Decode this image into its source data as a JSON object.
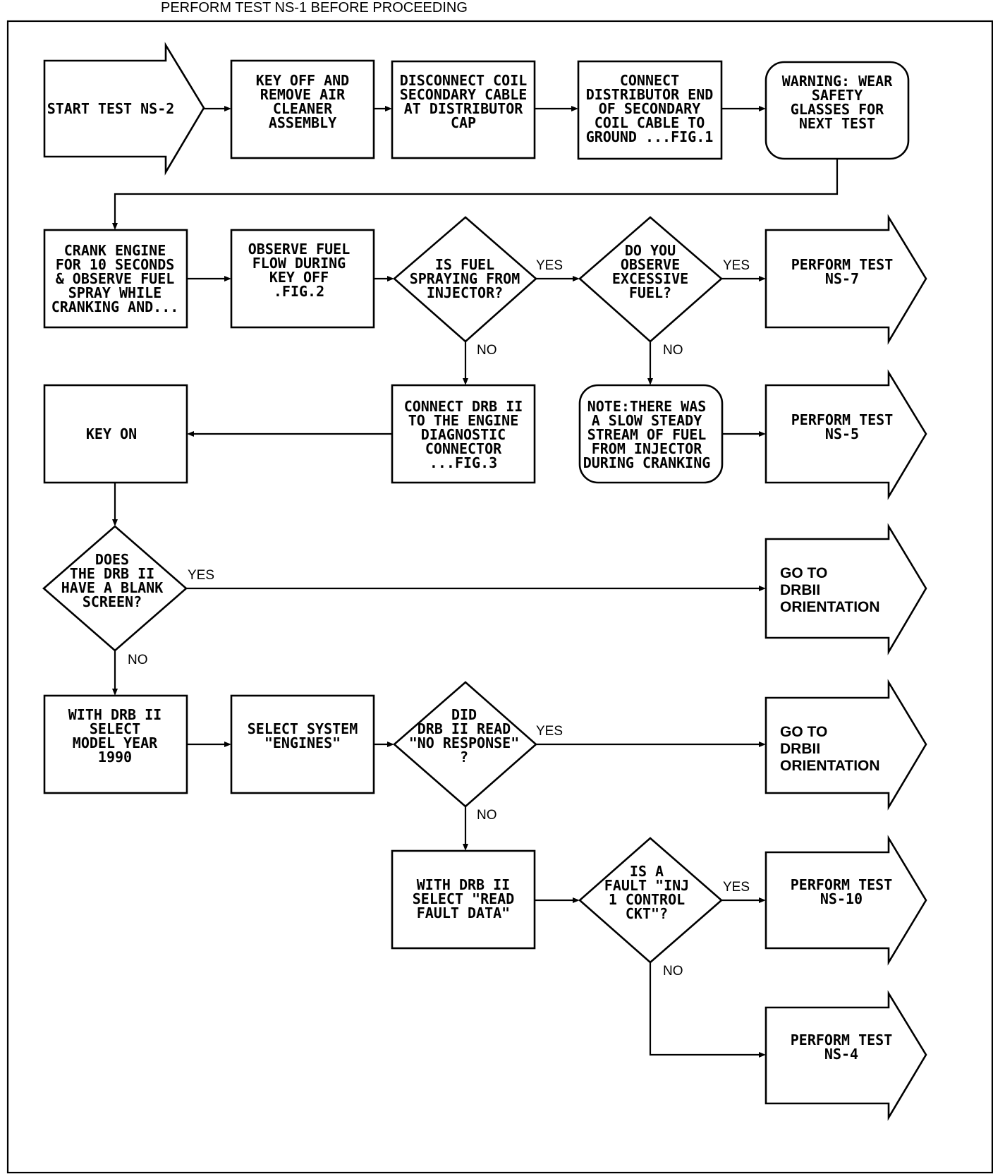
{
  "header": "PERFORM TEST NS-1 BEFORE PROCEEDING",
  "nodes": {
    "start": [
      "START TEST NS-2"
    ],
    "key_off": [
      "KEY OFF AND",
      "REMOVE AIR",
      "CLEANER",
      "ASSEMBLY"
    ],
    "disconnect_coil": [
      "DISCONNECT COIL",
      "SECONDARY CABLE",
      "AT DISTRIBUTOR",
      "CAP"
    ],
    "connect_distributor": [
      "CONNECT",
      "DISTRIBUTOR END",
      "OF SECONDARY",
      "COIL CABLE TO",
      "GROUND ...FIG.1"
    ],
    "warning": [
      "WARNING: WEAR",
      "SAFETY",
      "GLASSES FOR",
      "NEXT TEST"
    ],
    "crank_engine": [
      "CRANK ENGINE",
      "FOR 10 SECONDS",
      "& OBSERVE FUEL",
      "SPRAY WHILE",
      "CRANKING AND..."
    ],
    "observe_fuel": [
      "OBSERVE FUEL",
      "FLOW DURING",
      "KEY OFF",
      ".FIG.2"
    ],
    "is_fuel_spraying": [
      "IS FUEL",
      "SPRAYING FROM",
      "INJECTOR?"
    ],
    "excessive_fuel": [
      "DO YOU",
      "OBSERVE",
      "EXCESSIVE",
      "FUEL?"
    ],
    "perform_ns7": [
      "PERFORM TEST",
      "NS-7"
    ],
    "key_on": [
      "KEY ON"
    ],
    "connect_drb": [
      "CONNECT DRB II",
      "TO THE ENGINE",
      "DIAGNOSTIC",
      "CONNECTOR",
      "...FIG.3"
    ],
    "note_slow_stream": [
      "NOTE:THERE WAS",
      "A SLOW STEADY",
      "STREAM OF FUEL",
      "FROM INJECTOR",
      "DURING CRANKING"
    ],
    "perform_ns5": [
      "PERFORM TEST",
      "NS-5"
    ],
    "blank_screen": [
      "DOES",
      "THE DRB II",
      "HAVE A BLANK",
      "SCREEN?"
    ],
    "goto_drb_1": [
      "GO TO",
      "DRBII",
      "ORIENTATION"
    ],
    "select_model_year": [
      "WITH DRB II",
      "SELECT",
      "MODEL YEAR",
      "1990"
    ],
    "select_system": [
      "SELECT SYSTEM",
      "\"ENGINES\""
    ],
    "no_response": [
      "DID",
      "DRB II READ",
      "\"NO RESPONSE\"",
      "?"
    ],
    "goto_drb_2": [
      "GO TO",
      "DRBII",
      "ORIENTATION"
    ],
    "read_fault": [
      "WITH DRB II",
      "SELECT \"READ",
      "FAULT DATA\""
    ],
    "fault_inj": [
      "IS A",
      "FAULT \"INJ",
      "1 CONTROL",
      "CKT\"?"
    ],
    "perform_ns10": [
      "PERFORM TEST",
      "NS-10"
    ],
    "perform_ns4": [
      "PERFORM TEST",
      "NS-4"
    ]
  },
  "branch_labels": {
    "yes_fuel_spraying": "YES",
    "no_fuel_spraying": "NO",
    "yes_excessive": "YES",
    "no_excessive": "NO",
    "yes_blank_screen": "YES",
    "no_blank_screen": "NO",
    "yes_no_response": "YES",
    "no_no_response": "NO",
    "yes_fault_inj": "YES",
    "no_fault_inj": "NO"
  }
}
